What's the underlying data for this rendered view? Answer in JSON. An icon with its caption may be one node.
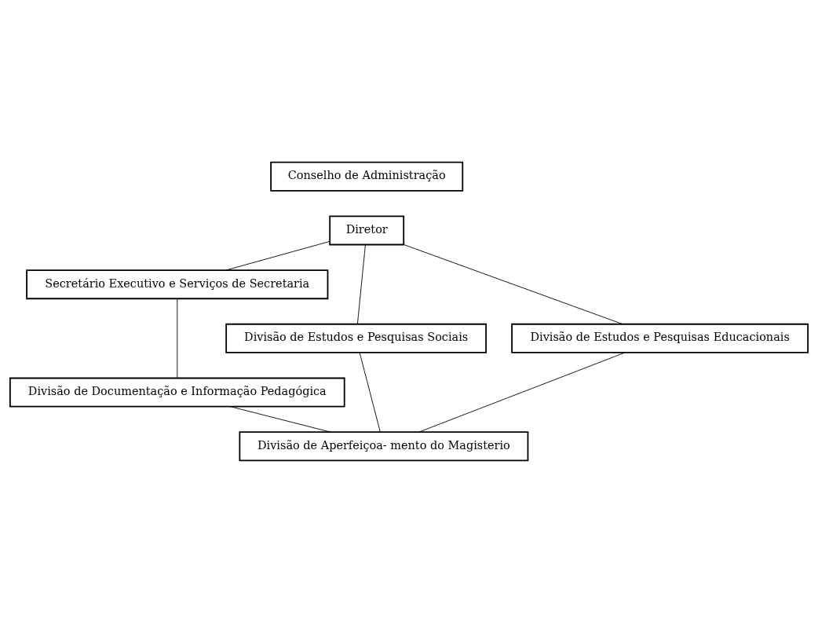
{
  "diagram": {
    "nodes": [
      {
        "text": [
          "Conselho de Administração"
        ]
      },
      {
        "text": [
          "Diretor"
        ]
      },
      {
        "text": [
          "Secretário Executivo e Serviços de Secretaria"
        ]
      },
      {
        "text": [
          "Divisão de Estudos e Pesquisas Sociais"
        ]
      },
      {
        "text": [
          "Divisão de Estudos e Pesquisas Educacionais"
        ]
      },
      {
        "text": [
          "Divisão de Documentação e Informação Pedagógica"
        ]
      },
      {
        "text": [
          "Divisão de Aperfeiçoa- mento do Magisterio"
        ]
      }
    ],
    "edges": [
      {
        "from": 1,
        "to": 2,
        "arrow": "none"
      },
      {
        "from": 1,
        "to": 3,
        "arrow": "none"
      },
      {
        "from": 1,
        "to": 4,
        "arrow": "none"
      },
      {
        "from": 2,
        "to": 5,
        "arrow": "none"
      },
      {
        "from": 5,
        "to": 6,
        "arrow": "none"
      },
      {
        "from": 3,
        "to": 6,
        "arrow": "none"
      },
      {
        "from": 4,
        "to": 6,
        "arrow": "none"
      }
    ]
  }
}
